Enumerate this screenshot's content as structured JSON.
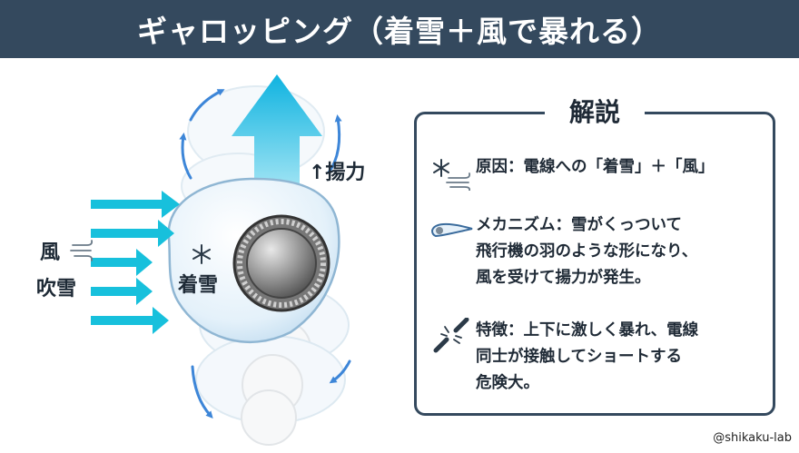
{
  "title": "ギャロッピング（着雪＋風で暴れる）",
  "diagram": {
    "lift_label": "↑揚力",
    "wind_label_line1": "風",
    "wind_label_line2": "吹雪",
    "snow_label": "着雪"
  },
  "explanation": {
    "heading": "解説",
    "items": [
      {
        "icon": "snow-wind-icon",
        "lines": [
          "原因：電線への「着雪」＋「風」"
        ]
      },
      {
        "icon": "wing-shape-icon",
        "lines": [
          "メカニズム：雪がくっついて",
          "飛行機の羽のような形になり、",
          "風を受けて揚力が発生。"
        ]
      },
      {
        "icon": "broken-wire-icon",
        "lines": [
          "特徴：上下に激しく暴れ、電線",
          "同士が接触してショートする",
          "危険大。"
        ]
      }
    ]
  },
  "credit": "@shikaku-lab",
  "colors": {
    "title_bar": "#34495e",
    "accent_cyan": "#1fb8d8",
    "circulation_arrow": "#3d86d8"
  }
}
